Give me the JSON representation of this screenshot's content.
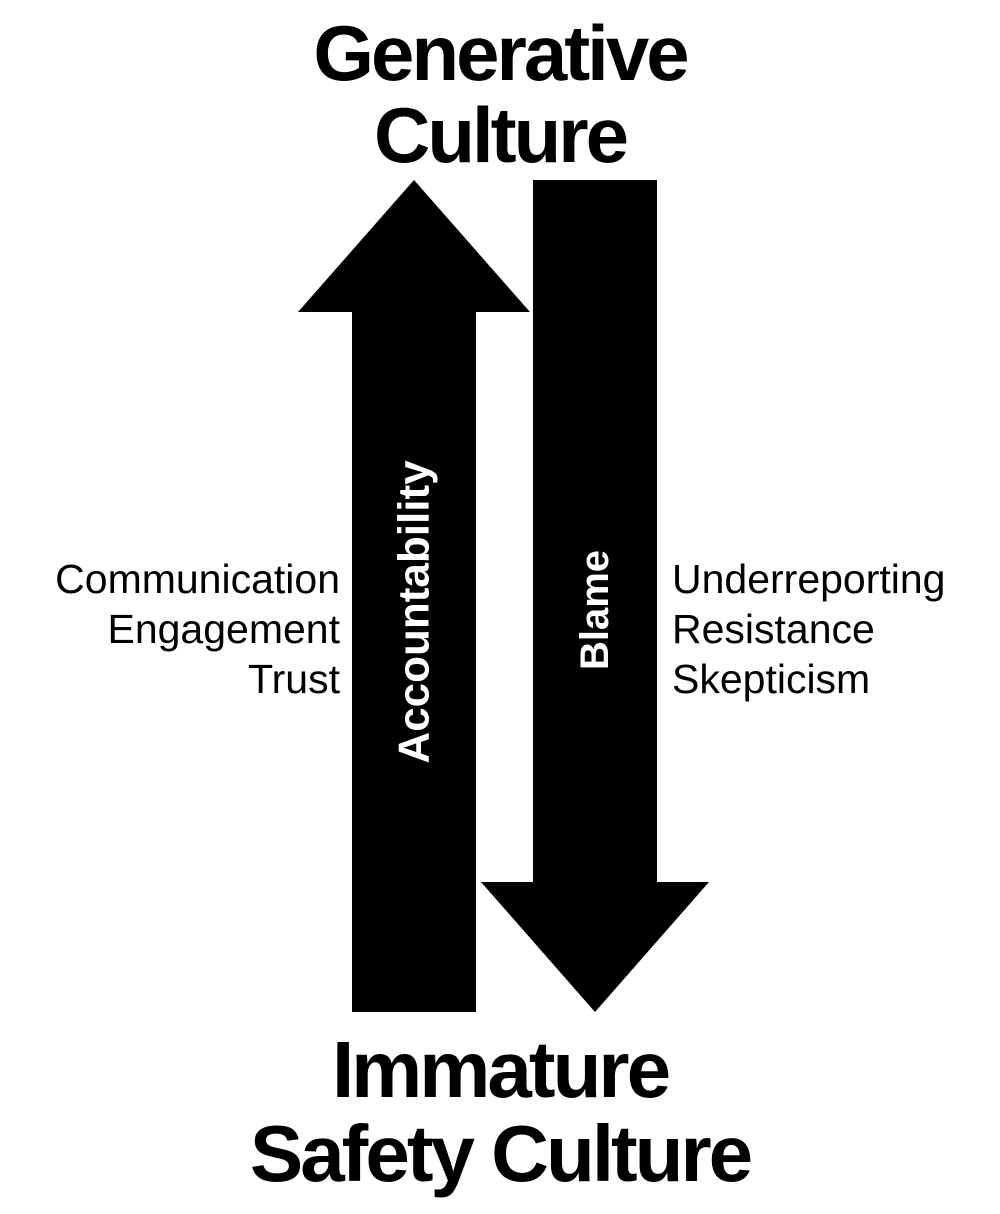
{
  "top_title": {
    "line1": "Generative",
    "line2": "Culture"
  },
  "bottom_title": {
    "line1": "Immature",
    "line2": "Safety Culture"
  },
  "up_arrow": {
    "label": "Accountability"
  },
  "down_arrow": {
    "label": "Blame"
  },
  "left_list": [
    "Communication",
    "Engagement",
    "Trust"
  ],
  "right_list": [
    "Underreporting",
    "Resistance",
    "Skepticism"
  ],
  "colors": {
    "arrow": "#000000",
    "arrow_text": "#ffffff",
    "background": "#ffffff",
    "text": "#000000"
  }
}
